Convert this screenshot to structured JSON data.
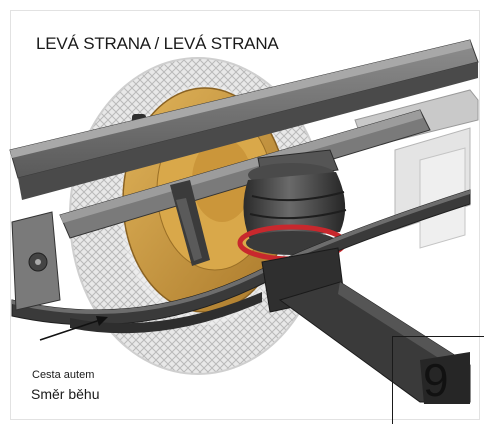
{
  "header": {
    "title": "LEVÁ STRANA / LEVÁ STRANA"
  },
  "caption": {
    "small": "Cesta autem",
    "main": "Směr běhu"
  },
  "page": {
    "number": "9"
  },
  "illustration": {
    "depicts": "air spring suspension on leaf spring",
    "accent_color": "#c8282d",
    "hub_color": "#c89a3a"
  }
}
